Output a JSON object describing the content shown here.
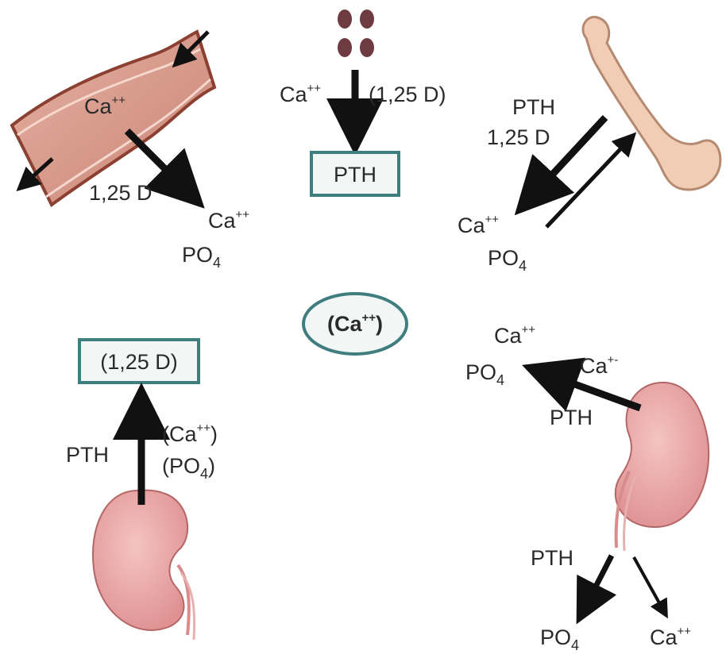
{
  "intestine": {
    "ca_in": "Ca",
    "ca_in_sup": "++",
    "vitd": "1,25 D",
    "out_ca": "Ca",
    "out_ca_sup": "++",
    "out_po": "PO",
    "out_po_sub": "4"
  },
  "parathyroid": {
    "left_ca": "Ca",
    "left_ca_sup": "++",
    "right_label": "(1,25 D)",
    "box_label": "PTH"
  },
  "bone": {
    "pth": "PTH",
    "vitd": "1,25 D",
    "ca": "Ca",
    "ca_sup": "++",
    "po": "PO",
    "po_sub": "4"
  },
  "center": {
    "label": "(Ca",
    "label_sup": "++",
    "label_close": ")"
  },
  "kidney_left": {
    "box_label": "(1,25 D)",
    "pth": "PTH",
    "ca_paren": "(Ca",
    "ca_paren_sup": "++",
    "ca_paren_close": ")",
    "po_paren": "(PO",
    "po_paren_sub": "4",
    "po_paren_close": ")"
  },
  "kidney_right": {
    "ca_top": "Ca",
    "ca_top_sup": "++",
    "po_top": "PO",
    "po_top_sub": "4",
    "ca_in": "Ca",
    "ca_in_sup": "+-",
    "pth": "PTH",
    "pth_bottom": "PTH",
    "po_bottom": "PO",
    "po_bottom_sub": "4",
    "ca_bottom": "Ca",
    "ca_bottom_sup": "++"
  },
  "colors": {
    "box_border": "#3f7d7f",
    "box_fill": "#f2f7f6",
    "kidney": "#e9a6a6",
    "kidney_edge": "#b56666",
    "vessel": "#d49684",
    "vessel_edge": "#8c4031",
    "bone": "#f0cdb4",
    "bone_edge": "#b68a70",
    "gland": "#6e3c40"
  }
}
